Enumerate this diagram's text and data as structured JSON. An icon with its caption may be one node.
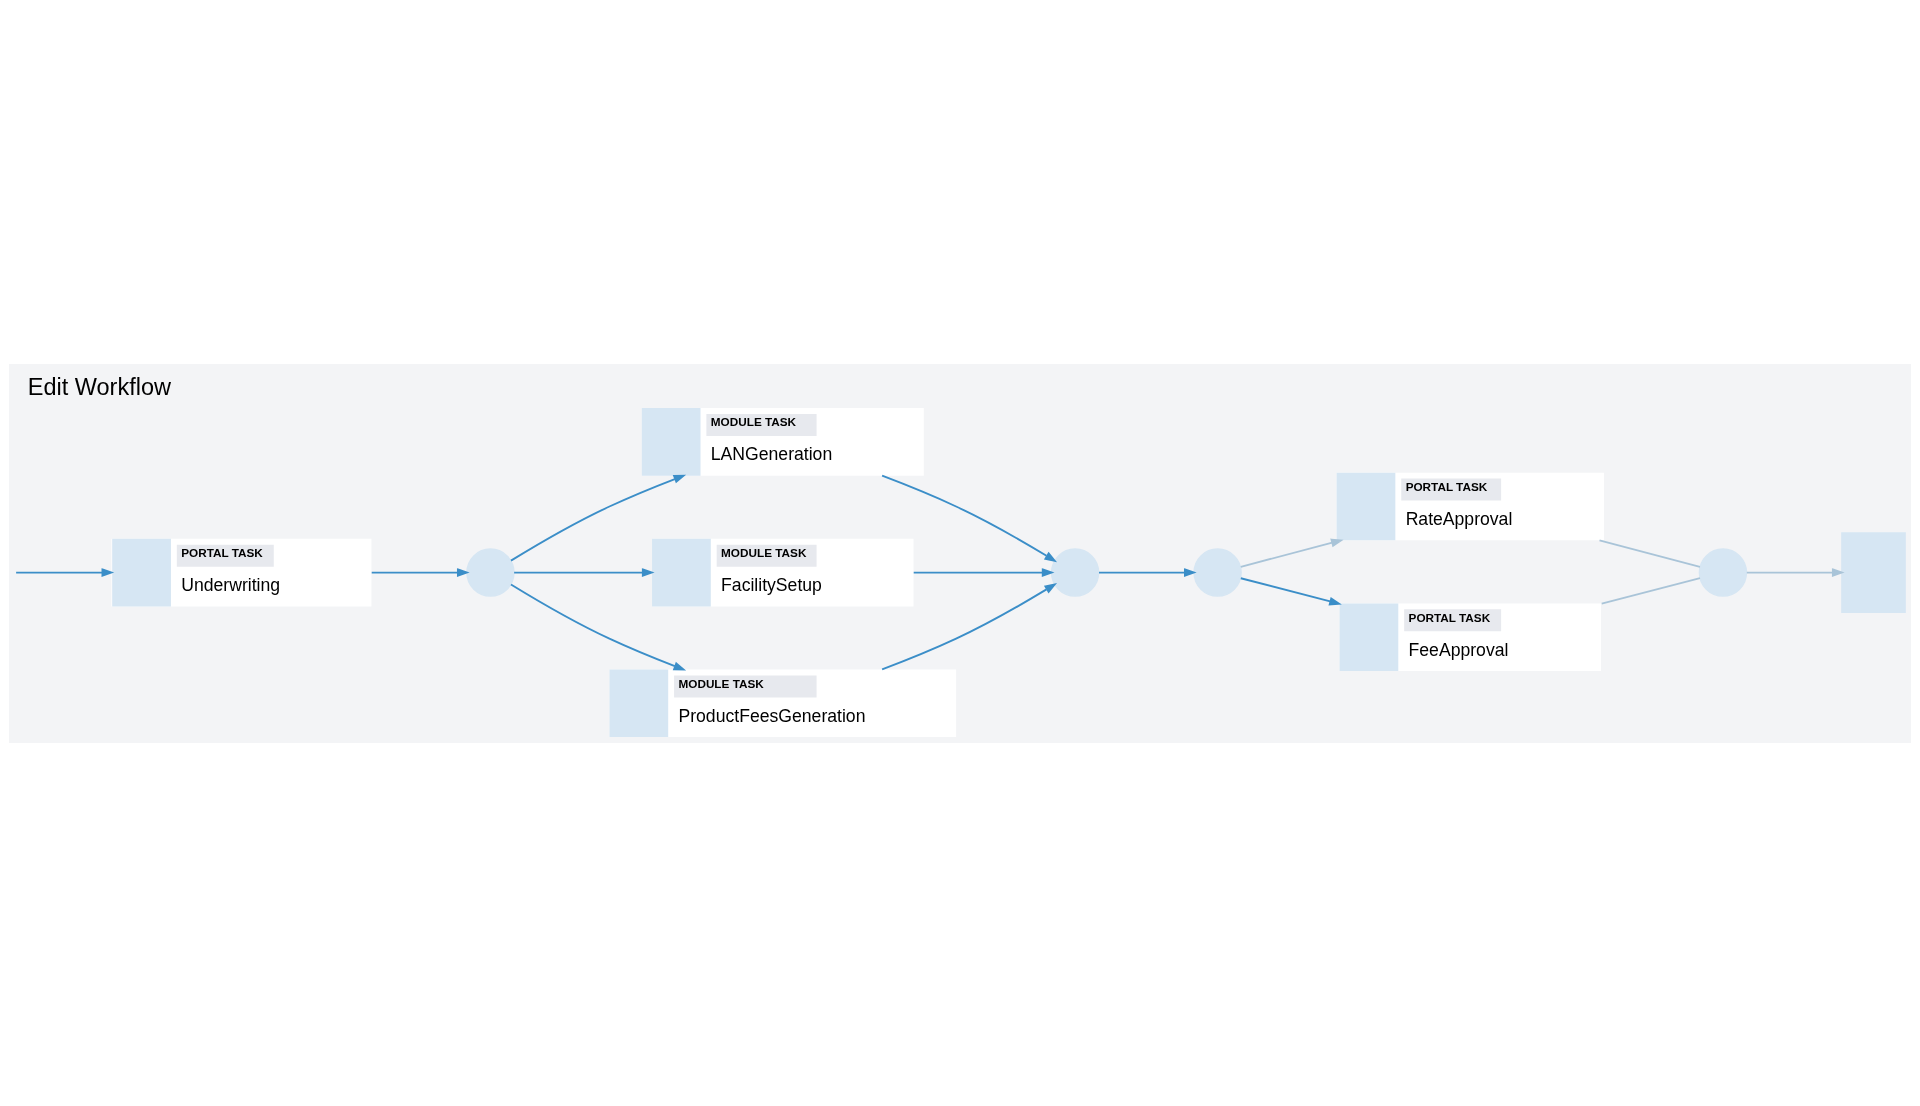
{
  "diagram": {
    "title": "Edit Workflow",
    "nodes": [
      {
        "text": [
          "PORTAL TASK",
          "Underwriting"
        ]
      },
      {
        "text": [],
        "shape": "circle"
      },
      {
        "text": [
          "MODULE TASK",
          "LANGeneration"
        ]
      },
      {
        "text": [
          "MODULE TASK",
          "FacilitySetup"
        ]
      },
      {
        "text": [
          "MODULE TASK",
          "ProductFeesGeneration"
        ]
      },
      {
        "text": [],
        "shape": "circle"
      },
      {
        "text": [],
        "shape": "circle"
      },
      {
        "text": [
          "PORTAL TASK",
          "RateApproval"
        ]
      },
      {
        "text": [
          "PORTAL TASK",
          "FeeApproval"
        ]
      },
      {
        "text": [],
        "shape": "circle"
      },
      {
        "text": [],
        "shape": "box"
      }
    ],
    "edges": [
      {
        "from": null,
        "to": 0,
        "arrow": "to"
      },
      {
        "from": 0,
        "to": 1,
        "arrow": "to"
      },
      {
        "from": 1,
        "to": 2,
        "arrow": "to"
      },
      {
        "from": 1,
        "to": 3,
        "arrow": "to"
      },
      {
        "from": 1,
        "to": 4,
        "arrow": "to"
      },
      {
        "from": 2,
        "to": 5,
        "arrow": "to"
      },
      {
        "from": 3,
        "to": 5,
        "arrow": "to"
      },
      {
        "from": 4,
        "to": 5,
        "arrow": "to"
      },
      {
        "from": 5,
        "to": 6,
        "arrow": "to"
      },
      {
        "from": 6,
        "to": 7,
        "arrow": "to",
        "color": "#a9c4d8"
      },
      {
        "from": 6,
        "to": 8,
        "arrow": "to"
      },
      {
        "from": 7,
        "to": 9,
        "arrow": "none",
        "color": "#a9c4d8"
      },
      {
        "from": 8,
        "to": 9,
        "arrow": "none",
        "color": "#a9c4d8"
      },
      {
        "from": 9,
        "to": 10,
        "arrow": "to",
        "color": "#a9c4d8"
      }
    ]
  }
}
